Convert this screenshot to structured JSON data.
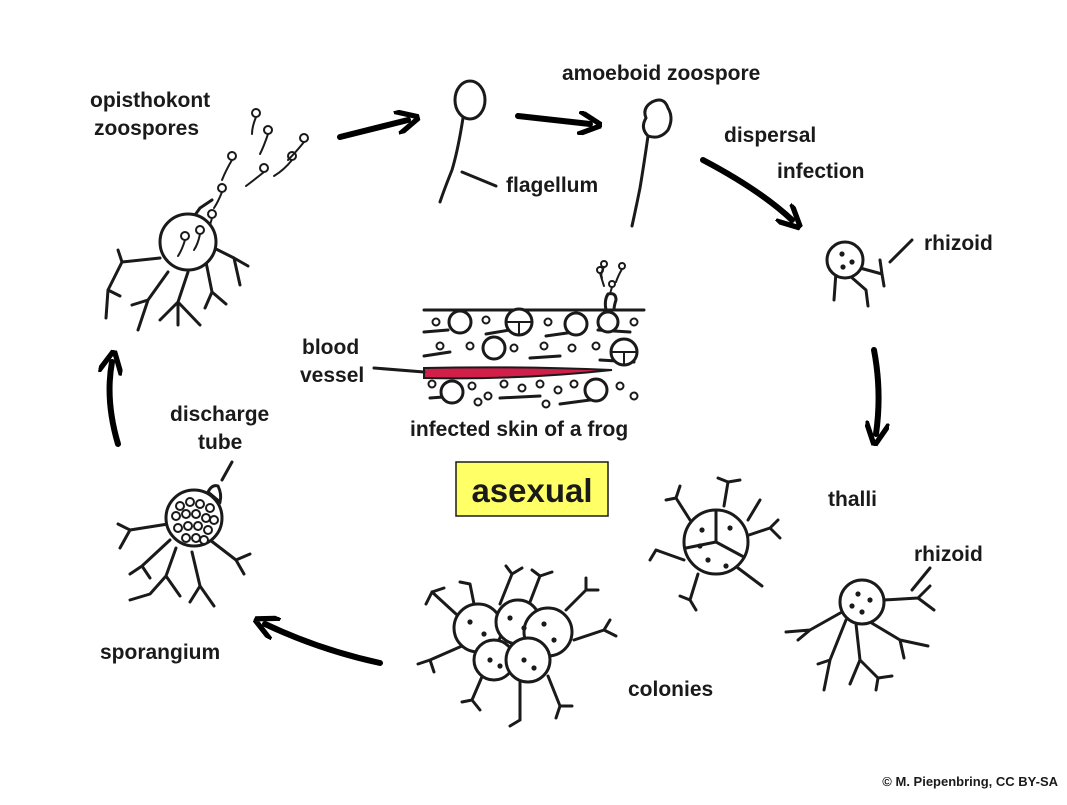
{
  "labels": {
    "opisthokont_zoospores_1": "opisthokont",
    "opisthokont_zoospores_2": "zoospores",
    "flagellum": "flagellum",
    "amoeboid_zoospore": "amoeboid zoospore",
    "dispersal": "dispersal",
    "infection": "infection",
    "rhizoid_top": "rhizoid",
    "thalli": "thalli",
    "rhizoid_bottom": "rhizoid",
    "colonies": "colonies",
    "sporangium": "sporangium",
    "discharge_tube_1": "discharge",
    "discharge_tube_2": "tube",
    "blood_vessel_1": "blood",
    "blood_vessel_2": "vessel",
    "infected_skin": "infected skin of a frog",
    "asexual": "asexual",
    "credit": "© M. Piepenbring, CC BY-SA"
  },
  "colors": {
    "ink": "#1a1a1a",
    "arrow": "#000000",
    "asexual_box_fill": "#ffff66",
    "blood_vessel": "#d21f4a"
  }
}
